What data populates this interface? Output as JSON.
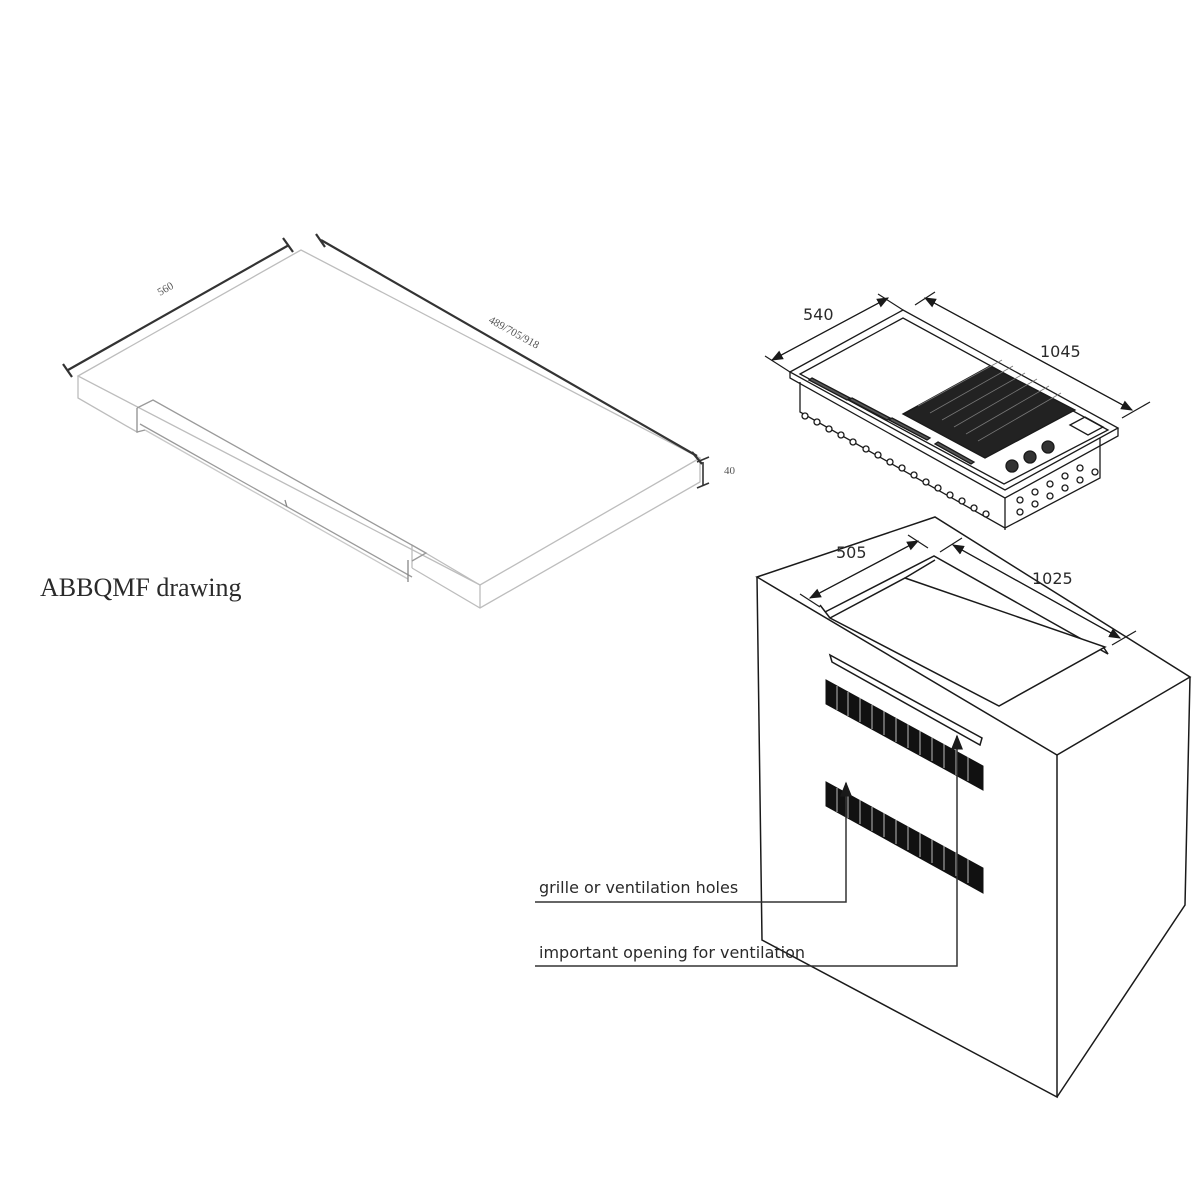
{
  "left_drawing": {
    "title": "ABBQMF drawing",
    "dim_width": "560",
    "dim_length": "489/705/918",
    "dim_thickness": "40"
  },
  "appliance": {
    "dim_depth": "540",
    "dim_length": "1045"
  },
  "cabinet": {
    "dim_cutout_depth": "505",
    "dim_cutout_length": "1025",
    "label_grille": "grille or ventilation holes",
    "label_opening": "important opening for ventilation"
  },
  "colors": {
    "line": "#1a1a1a",
    "light_line": "#b0b0b0",
    "grille_fill": "#111111",
    "text": "#2a2a2a"
  }
}
